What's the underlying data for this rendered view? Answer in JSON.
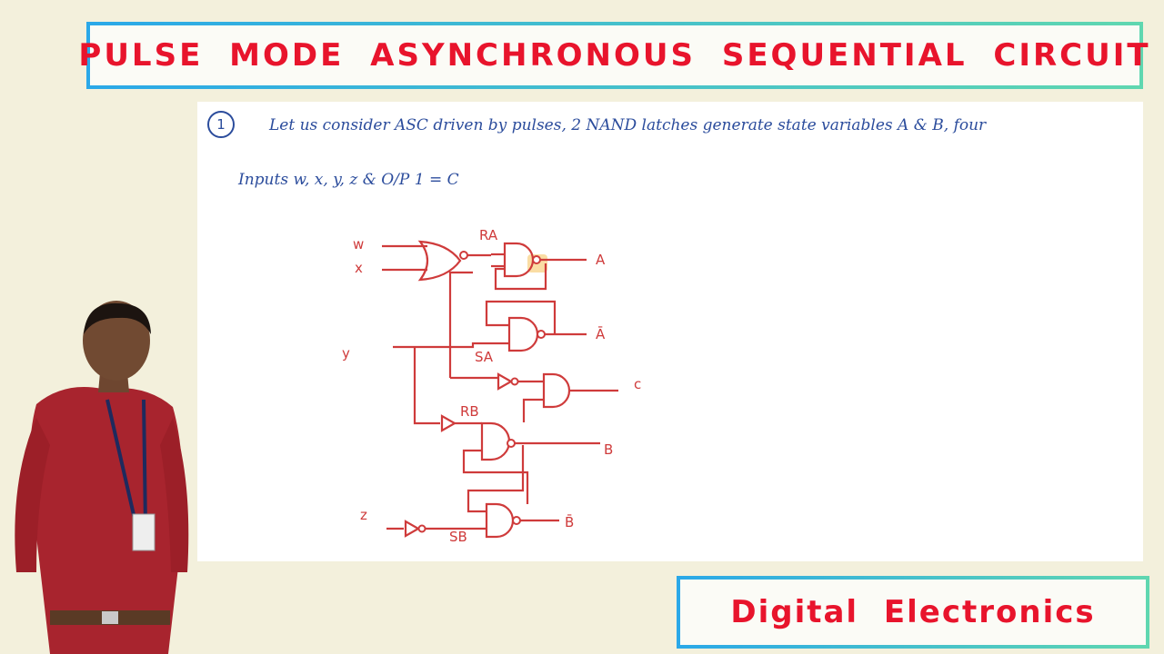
{
  "header": {
    "title": "PULSE MODE ASYNCHRONOUS SEQUENTIAL CIRCUIT"
  },
  "footer": {
    "label": "Digital Electronics"
  },
  "notes": {
    "number": "1",
    "line1": "Let us consider ASC driven by pulses, 2 NAND latches generate state variables A & B, four",
    "line2": "Inputs  w, x, y, z  &  O/P  1 = C"
  },
  "diagram": {
    "inputs": {
      "w": "w",
      "x": "x",
      "y": "y",
      "z": "z"
    },
    "labels": {
      "ra": "RA",
      "sa": "SA",
      "rb": "RB",
      "sb": "SB"
    },
    "outputs": {
      "a": "A",
      "a_bar": "Ā",
      "c": "c",
      "b": "B",
      "b_bar": "B̄"
    }
  },
  "colors": {
    "title_red": "#e8142c",
    "ink_blue": "#2b4c9c",
    "circuit_red": "#cf3b3b",
    "frame_start": "#2aa8e8",
    "frame_end": "#5fd7b0"
  }
}
